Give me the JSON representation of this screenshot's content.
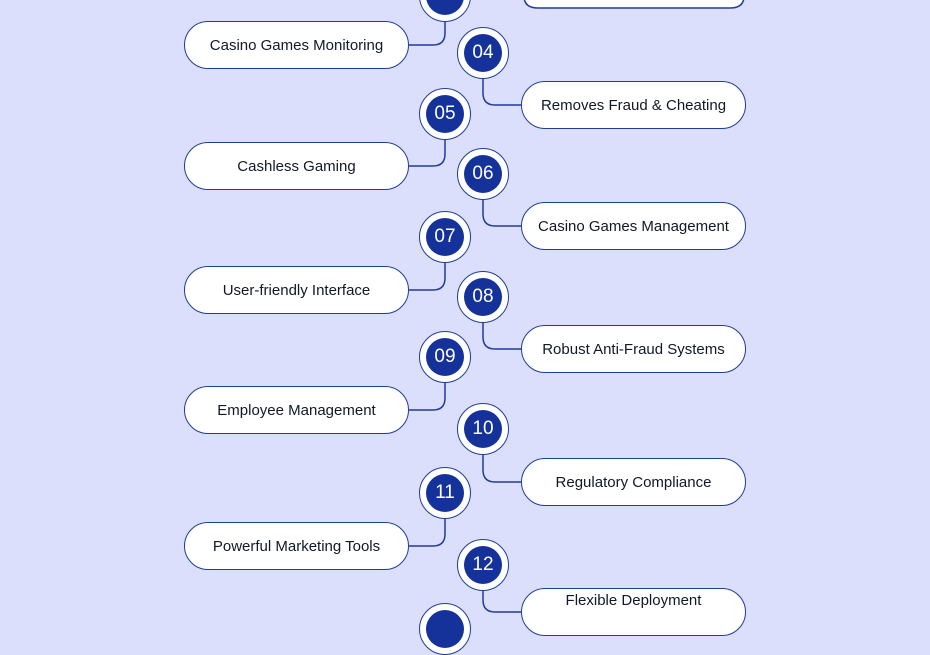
{
  "colors": {
    "background": "#dcdffb",
    "accent": "#14329a",
    "outline": "#1f3c9a",
    "pill_fill": "#ffffff"
  },
  "steps": [
    {
      "number": "",
      "label": "Casino Games Monitoring"
    },
    {
      "number": "04",
      "label": "Removes Fraud & Cheating"
    },
    {
      "number": "05",
      "label": "Cashless Gaming"
    },
    {
      "number": "06",
      "label": "Casino Games Management"
    },
    {
      "number": "07",
      "label": "User-friendly Interface"
    },
    {
      "number": "08",
      "label": "Robust Anti-Fraud Systems"
    },
    {
      "number": "09",
      "label": "Employee Management"
    },
    {
      "number": "10",
      "label": "Regulatory Compliance"
    },
    {
      "number": "11",
      "label": "Powerful Marketing Tools"
    },
    {
      "number": "12",
      "label": "Flexible Deployment"
    }
  ]
}
